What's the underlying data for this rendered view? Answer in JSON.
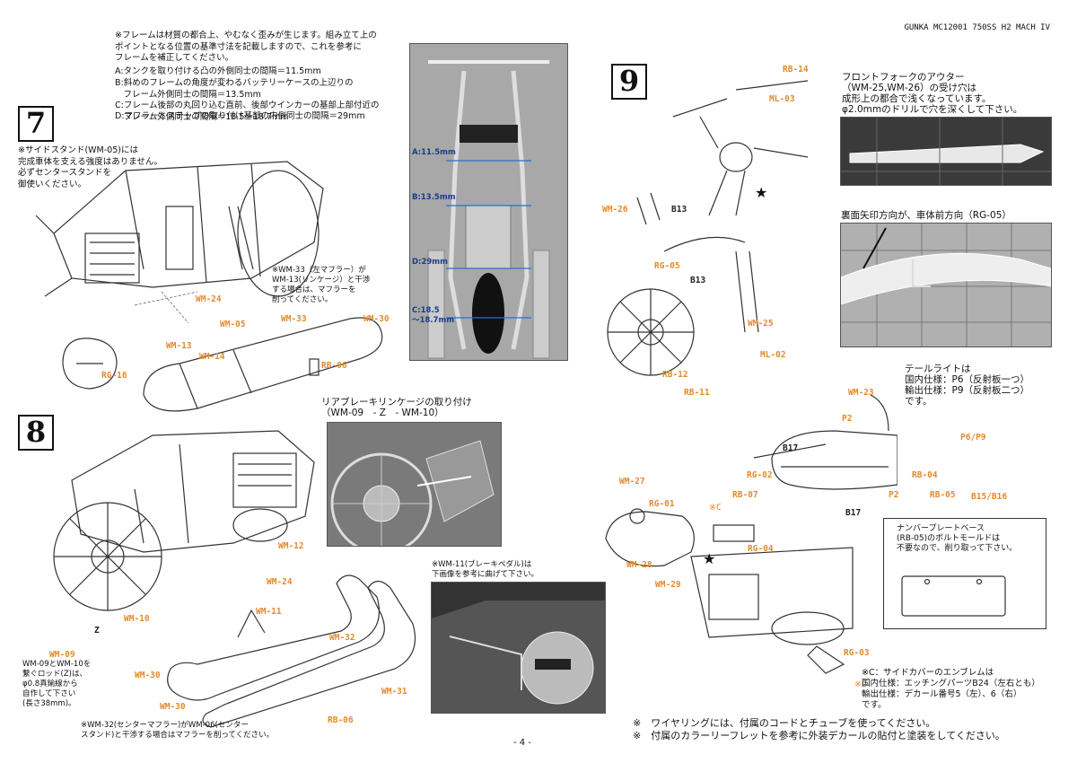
{
  "header": {
    "title": "GUNKA MC12001 750SS H2 MACH IV",
    "page_number": "- 4 -"
  },
  "frame_notes": {
    "intro": "※フレームは材質の都合上、やむなく歪みが生じます。組み立て上の\nポイントとなる位置の基準寸法を記載しますので、これを参考に\nフレームを補正してください。",
    "items": [
      "A:タンクを取り付ける凸の外側同士の間隔＝11.5mm",
      "B:斜めのフレームの角度が変わるバッテリーケースの上辺りの\n　フレーム外側同士の間隔＝13.5mm",
      "C:フレーム後部の丸回り込む直前、後部ウインカーの基部上部付近の\n　フレーム外側同士の間隔＝18.5～18.7mm",
      "D:マフラーとステップの取り付け基部の内側同士の間隔＝29mm"
    ],
    "photo_labels": {
      "a": "A:11.5mm",
      "b": "B:13.5mm",
      "d": "D:29mm",
      "c": "C:18.5\n～18.7mm"
    }
  },
  "steps": {
    "s7": {
      "number": "7",
      "note": "※サイドスタンド(WM-05)には\n完成車体を支える強度はありません。\n必ずセンタースタンドを\n御使いください。",
      "muffler_note": "※WM-33（左マフラー）が\nWM-13(リンケージ）と干渉\nする場合は、マフラーを\n削ってください。",
      "parts": [
        "WM-24",
        "WM-05",
        "WM-13",
        "WM-14",
        "WM-33",
        "WM-30",
        "RG-16",
        "RB-06"
      ]
    },
    "s8": {
      "number": "8",
      "brake_title": "リアブレーキリンケージの取り付け\n（WM-09　- Z　- WM-10）",
      "pedal_note": "※WM-11(ブレーキペダル)は\n下画像を参考に曲げて下さい。",
      "rod_note": "WM-09とWM-10を\n繋ぐロッド(Z)は、\nφ0.8真鍮線から\n自作して下さい\n(長さ38mm)。",
      "center_note": "※WM-32(センターマフラー)がWM-06(センター\nスタンド)と干渉する場合はマフラーを削ってください。",
      "parts": [
        "WM-12",
        "WM-24",
        "WM-11",
        "WM-10",
        "WM-09",
        "WM-32",
        "WM-31",
        "WM-30",
        "WM-30",
        "RB-06"
      ],
      "z_label": "Z"
    },
    "s9": {
      "number": "9",
      "fork_note": "フロントフォークのアウター\n（WM-25,WM-26）の受け穴は\n成形上の都合で浅くなっています。\nφ2.0mmのドリルで穴を深くして下さい。",
      "arrow_note": "裏面矢印方向が、車体前方向（RG-05）",
      "tail_note": "テールライトは\n国内仕様：P6（反射板一つ）\n輸出仕様：P9（反射板二つ）\nです。",
      "plate_note": "ナンバープレートベース\n(RB-05)のボルトモールドは\n不要なので、削り取って下さい。",
      "emblem_note": "※C：サイドカバーのエンブレムは\n国内仕様：エッチングパーツB24（左右とも）\n輸出仕様：デカール番号5（左）、6（右）\nです。",
      "parts": {
        "rb14": "RB-14",
        "ml03": "ML-03",
        "wm26": "WM-26",
        "b13a": "B13",
        "rg05": "RG-05",
        "b13b": "B13",
        "wm25": "WM-25",
        "ml02": "ML-02",
        "rb12": "RB-12",
        "rb11": "RB-11",
        "wm23": "WM-23",
        "p2a": "P2",
        "p6p9": "P6/P9",
        "b17a": "B17",
        "rg02": "RG-02",
        "rb04": "RB-04",
        "rb05": "RB-05",
        "p2b": "P2",
        "b15b16": "B15/B16",
        "b17b": "B17",
        "wm27": "WM-27",
        "rg01": "RG-01",
        "rb07": "RB-07",
        "c1": "※C",
        "rg04": "RG-04",
        "wm28": "WM-28",
        "wm29": "WM-29",
        "rg03": "RG-03",
        "c2": "※C"
      }
    }
  },
  "footer_notes": [
    "※　ワイヤリングには、付属のコードとチューブを使ってください。",
    "※　付属のカラーリーフレットを参考に外装デカールの貼付と塗装をしてください。"
  ],
  "colors": {
    "part_label": "#e58a2c",
    "photo_arrow": "#2a6fd6"
  }
}
